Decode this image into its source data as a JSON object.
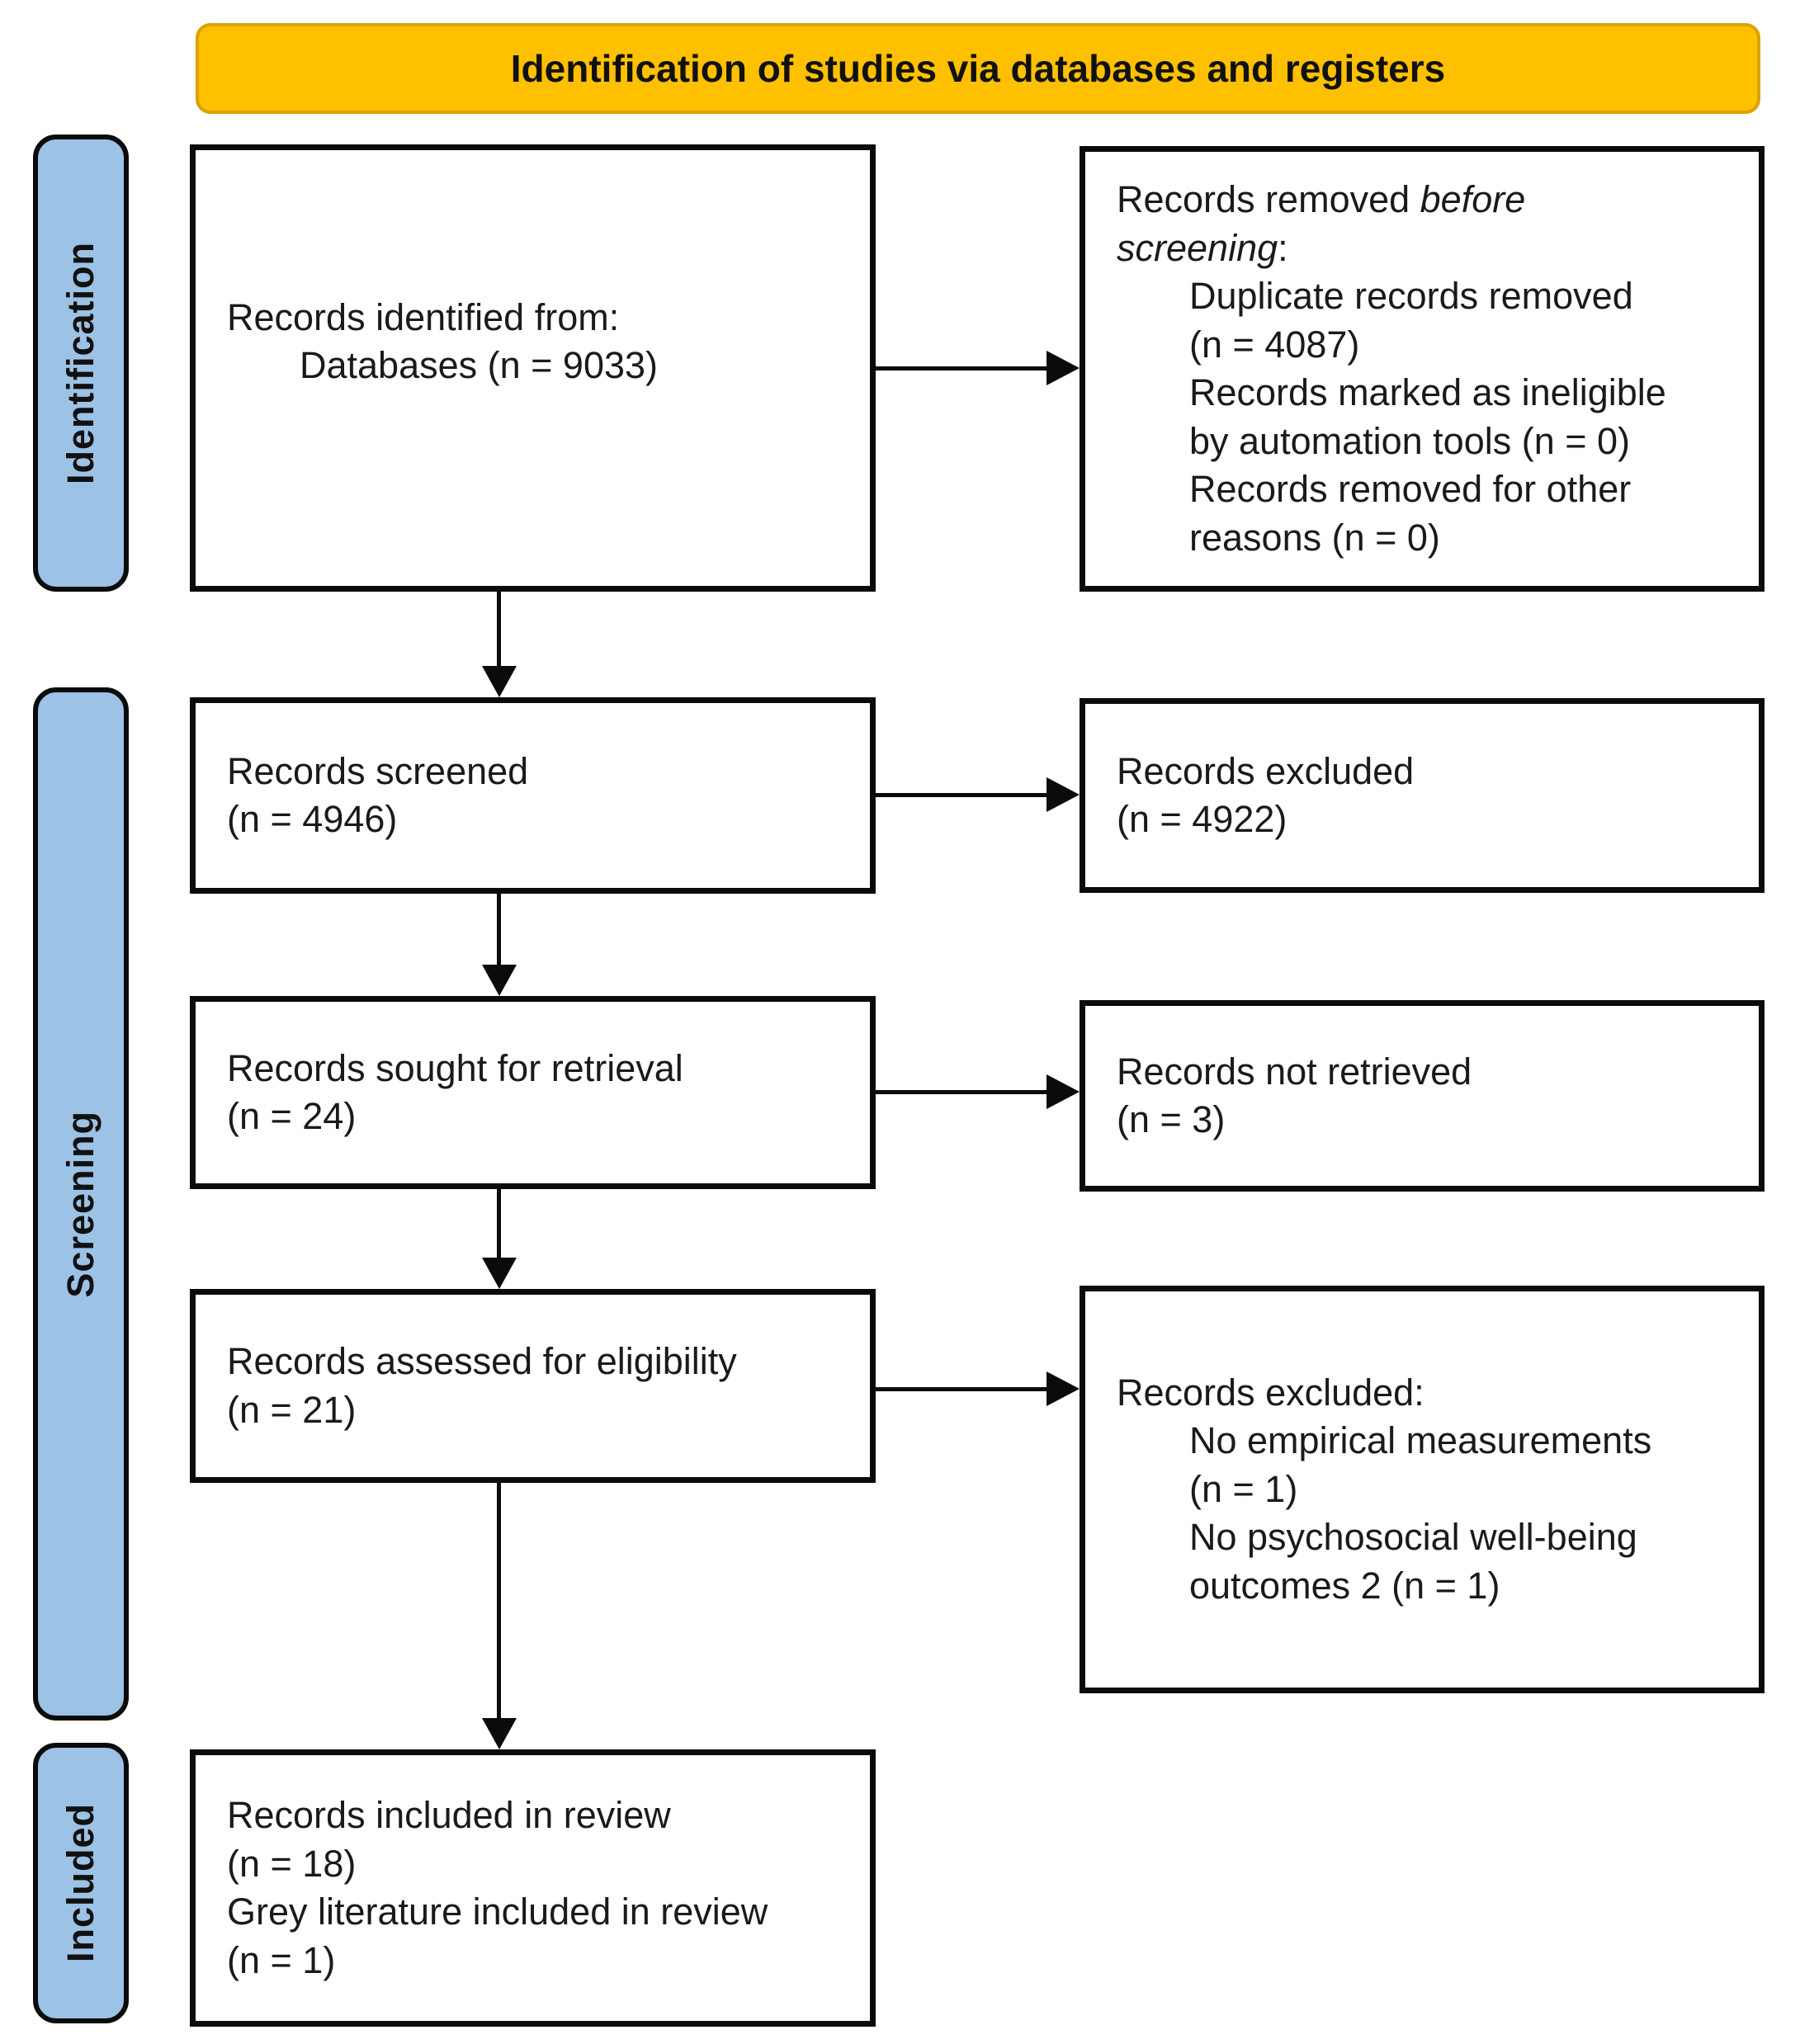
{
  "header": {
    "title": "Identification of studies via databases and registers"
  },
  "sidebar": {
    "identification": "Identification",
    "screening": "Screening",
    "included": "Included"
  },
  "colors": {
    "header_fill": "#FFC000",
    "header_border": "#D9A300",
    "sidebar_fill": "#9CC2E5",
    "box_border": "#0B0B0B"
  },
  "boxes": {
    "identified": {
      "lead": "Records identified from:",
      "items": [
        "Databases (n = 9033)"
      ]
    },
    "removed": {
      "lead_normal": "Records removed ",
      "lead_italic": "before\nscreening",
      "lead_suffix": ":",
      "items": [
        "Duplicate records removed\n(n = 4087)",
        "Records marked as ineligible\nby automation tools (n = 0)",
        "Records removed for other\nreasons (n = 0)"
      ]
    },
    "screened": {
      "text": "Records screened\n(n = 4946)"
    },
    "excluded": {
      "text": "Records excluded\n(n = 4922)"
    },
    "sought": {
      "text": "Records sought for retrieval\n(n = 24)"
    },
    "not_retrieved": {
      "text": "Records not retrieved\n(n = 3)"
    },
    "assessed": {
      "text": "Records assessed for eligibility\n(n = 21)"
    },
    "excluded_eligibility": {
      "lead": "Records excluded:",
      "items": [
        "No empirical measurements\n(n = 1)",
        "No psychosocial well-being\noutcomes 2 (n = 1)"
      ]
    },
    "included": {
      "text": "Records included in review\n(n = 18)\nGrey literature included in review\n(n = 1)"
    }
  }
}
